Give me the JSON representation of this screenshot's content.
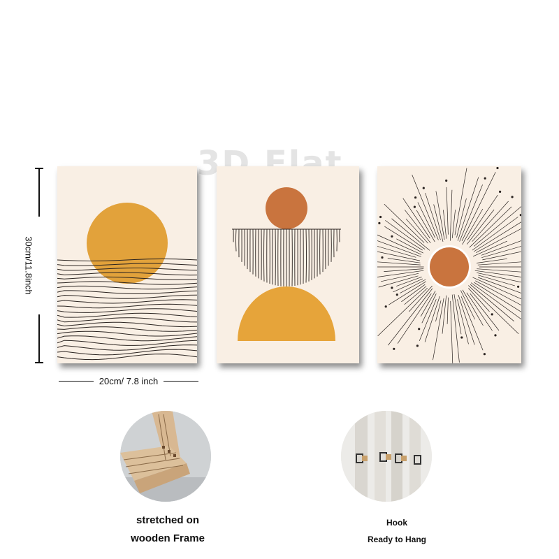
{
  "watermark": "3D Flat",
  "dimensions": {
    "height_label": "30cm/11.8inch",
    "width_label": "20cm/ 7.8 inch"
  },
  "panels": [
    {
      "name": "sunset-lines-print",
      "colors": {
        "bg": "#f9efe4",
        "sun": "#e2a23b",
        "lines": "#2a2320"
      }
    },
    {
      "name": "stacked-semicircles-print",
      "colors": {
        "bg": "#f9efe4",
        "circle": "#c9743e",
        "arch": "#e6a43a",
        "lines": "#2a2320"
      }
    },
    {
      "name": "sunburst-print",
      "colors": {
        "bg": "#f9efe4",
        "sun": "#c9743e",
        "rays": "#2a2320"
      }
    }
  ],
  "features": {
    "frame": {
      "caption_line1": "stretched on",
      "caption_line2": "wooden Frame"
    },
    "hook": {
      "caption_line1": "Hook",
      "caption_line2": "Ready to Hang"
    }
  }
}
